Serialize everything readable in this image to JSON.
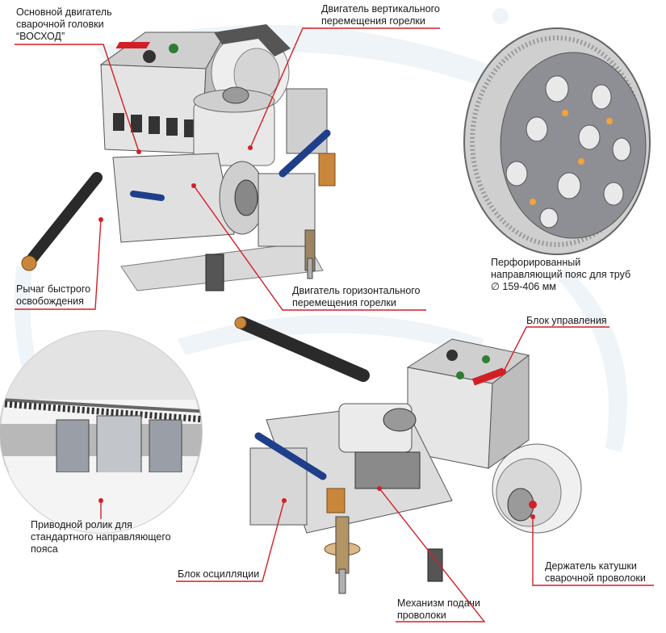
{
  "colors": {
    "accent_red": "#d21f26",
    "metal_light": "#e6e6e6",
    "metal_mid": "#bfbfbf",
    "metal_dark": "#4a4a4a",
    "background_swirl": "#eaf2f6"
  },
  "labels": {
    "main_motor": "Основной двигатель\nсварочной головки\n“ВОСХОД”",
    "vertical_motor": "Двигатель вертикального\nперемещения горелки",
    "quick_release": "Рычаг быстрого\nосвобождения",
    "horizontal_motor": "Двигатель горизонтального\nперемещения горелки",
    "perforated_belt": "Перфорированный\nнаправляющий пояс для труб\n∅ 159-406 мм",
    "control_block": "Блок управления",
    "drive_roller": "Приводной ролик для\nстандартного направляющего\nпояса",
    "oscillation_block": "Блок осцилляции",
    "wire_feed": "Механизм подачи\nпроволоки",
    "spool_holder": "Держатель катушки\nсварочной проволоки"
  }
}
